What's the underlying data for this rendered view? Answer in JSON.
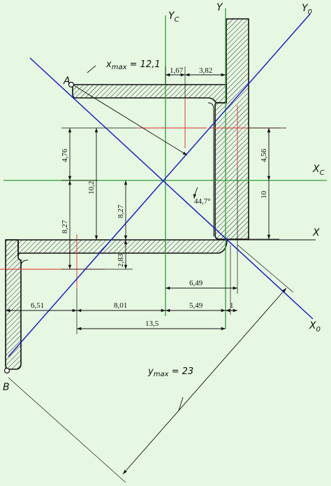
{
  "axes": {
    "yc": "Y",
    "yc_sub": "C",
    "y": "Y",
    "y0": "Y",
    "y0_sub": "0",
    "xc": "X",
    "xc_sub": "C",
    "x": "X",
    "x0": "X",
    "x0_sub": "0"
  },
  "points": {
    "a": "A",
    "b": "B"
  },
  "annotations": {
    "xmax_var": "x",
    "xmax_sub": "max",
    "xmax_eq": " = 12,1",
    "ymax_var": "y",
    "ymax_sub": "max",
    "ymax_eq": " = 23",
    "angle": "44,7°"
  },
  "dimensions": {
    "d_1_67": "1,67",
    "d_3_82": "3,82",
    "d_4_76": "4,76",
    "d_10_2": "10,2",
    "d_8_27_left": "8,27",
    "d_8_27_mid": "8,27",
    "d_2_83": "2,83",
    "d_4_56": "4,56",
    "d_10": "10",
    "d_6_49": "6,49",
    "d_6_51": "6,51",
    "d_8_01": "8,01",
    "d_5_49": "5,49",
    "d_1": "1",
    "d_13_5": "13,5"
  },
  "colors": {
    "background": "#e6f8e2",
    "principal_axes": "#1a22c8",
    "centroid_axes": "#2f9b3a",
    "part_centroids": "#e0292c",
    "outline": "#111111"
  }
}
